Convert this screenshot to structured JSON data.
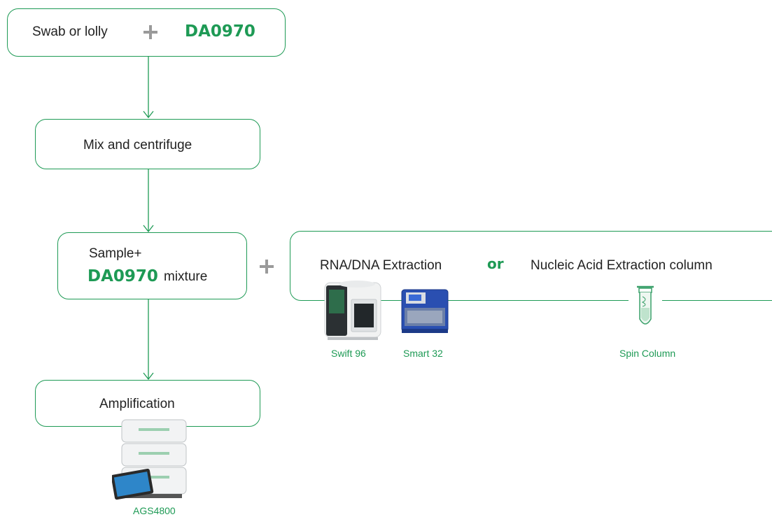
{
  "steps": {
    "step1": {
      "text": "Swab or lolly",
      "brand": "DA0970"
    },
    "step2": {
      "text": "Mix and centrifuge"
    },
    "step3": {
      "line1": "Sample+",
      "brand": "DA0970",
      "suffix": "mixture"
    },
    "step4": {
      "text": "Amplification"
    }
  },
  "extraction": {
    "option_a": "RNA/DNA Extraction",
    "separator": "or",
    "option_b": "Nucleic Acid Extraction column"
  },
  "instruments": {
    "swift": "Swift 96",
    "smart": "Smart 32",
    "column": "Spin Column",
    "ags": "AGS4800"
  },
  "colors": {
    "accent": "#1e9a55",
    "plus": "#9a9a9a"
  }
}
